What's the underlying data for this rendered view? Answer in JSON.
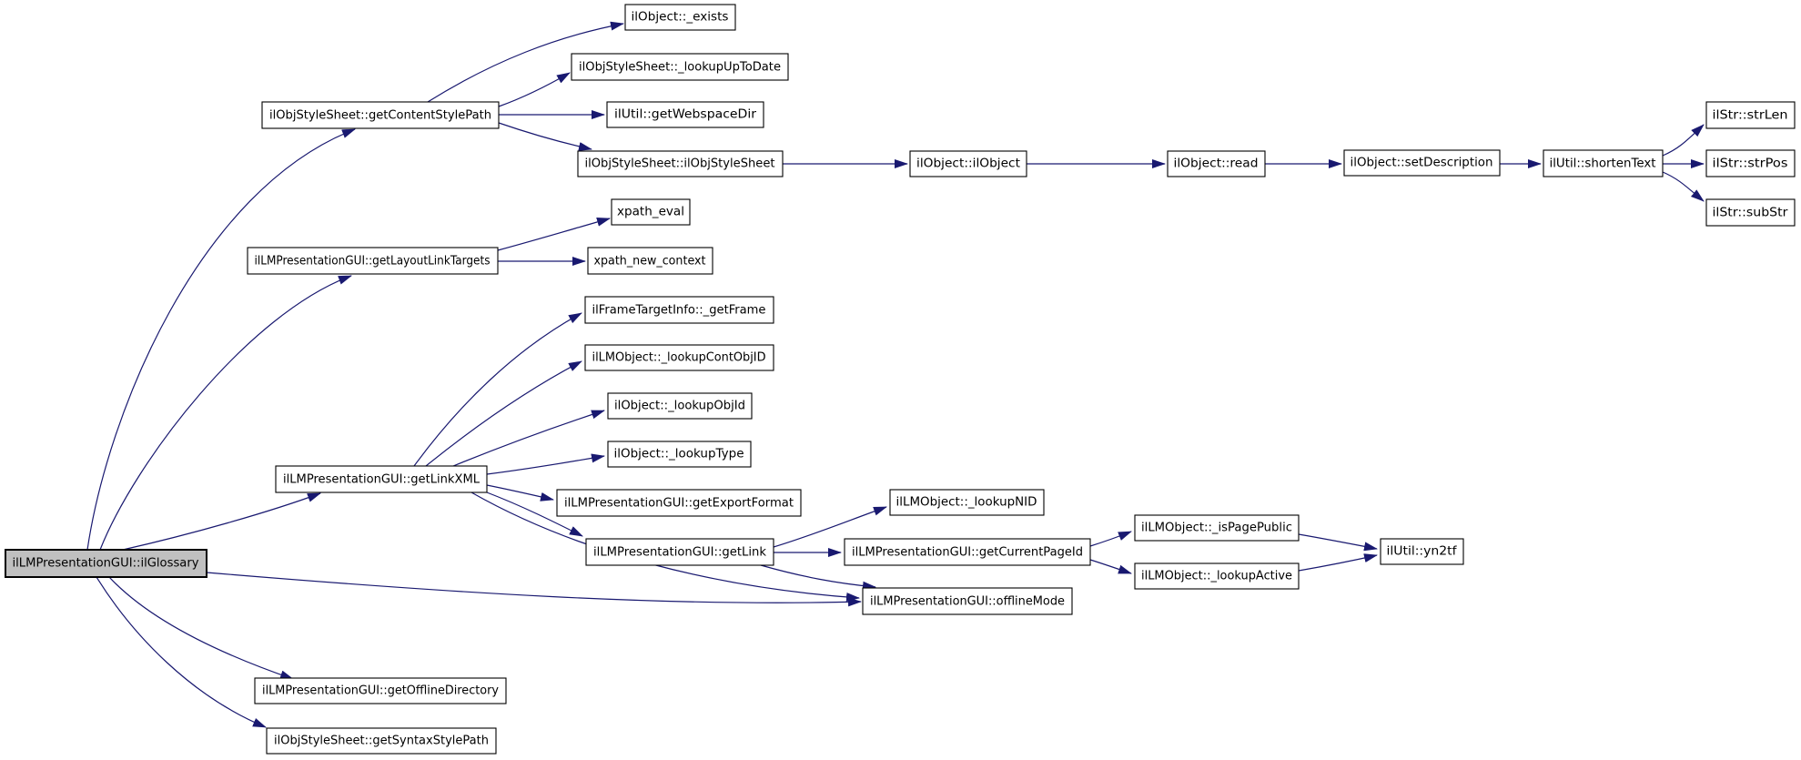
{
  "colors": {
    "background": "#ffffff",
    "edge": "#191970",
    "node-border": "#000000",
    "node-fill": "#ffffff",
    "root-fill": "#c0c0c0",
    "text": "#000000"
  },
  "graph": {
    "type": "doxygen-call-graph",
    "nodes": {
      "ilGlossary": {
        "label": "ilLMPresentationGUI::ilGlossary",
        "highlighted": true
      },
      "getContentStylePath": {
        "label": "ilObjStyleSheet::getContentStylePath"
      },
      "exists": {
        "label": "ilObject::_exists"
      },
      "lookupUpToDate": {
        "label": "ilObjStyleSheet::_lookupUpToDate"
      },
      "getWebspaceDir": {
        "label": "ilUtil::getWebspaceDir"
      },
      "ilObjStyleSheetCtor": {
        "label": "ilObjStyleSheet::ilObjStyleSheet"
      },
      "ilObjectCtor": {
        "label": "ilObject::ilObject"
      },
      "read": {
        "label": "ilObject::read"
      },
      "setDescription": {
        "label": "ilObject::setDescription"
      },
      "shortenText": {
        "label": "ilUtil::shortenText"
      },
      "strLen": {
        "label": "ilStr::strLen"
      },
      "strPos": {
        "label": "ilStr::strPos"
      },
      "subStr": {
        "label": "ilStr::subStr"
      },
      "getLayoutLinkTargets": {
        "label": "ilLMPresentationGUI::getLayoutLinkTargets"
      },
      "xpathEval": {
        "label": "xpath_eval"
      },
      "xpathNewContext": {
        "label": "xpath_new_context"
      },
      "getLinkXML": {
        "label": "ilLMPresentationGUI::getLinkXML"
      },
      "getFrame": {
        "label": "ilFrameTargetInfo::_getFrame"
      },
      "lookupContObjID": {
        "label": "ilLMObject::_lookupContObjID"
      },
      "lookupObjId": {
        "label": "ilObject::_lookupObjId"
      },
      "lookupType": {
        "label": "ilObject::_lookupType"
      },
      "getExportFormat": {
        "label": "ilLMPresentationGUI::getExportFormat"
      },
      "getLink": {
        "label": "ilLMPresentationGUI::getLink"
      },
      "lookupNID": {
        "label": "ilLMObject::_lookupNID"
      },
      "getCurrentPageId": {
        "label": "ilLMPresentationGUI::getCurrentPageId"
      },
      "isPagePublic": {
        "label": "ilLMObject::_isPagePublic"
      },
      "lookupActive": {
        "label": "ilLMObject::_lookupActive"
      },
      "yn2tf": {
        "label": "ilUtil::yn2tf"
      },
      "offlineMode": {
        "label": "ilLMPresentationGUI::offlineMode"
      },
      "getOfflineDirectory": {
        "label": "ilLMPresentationGUI::getOfflineDirectory"
      },
      "getSyntaxStylePath": {
        "label": "ilObjStyleSheet::getSyntaxStylePath"
      }
    },
    "edges": [
      {
        "from": "ilGlossary",
        "to": "getContentStylePath"
      },
      {
        "from": "ilGlossary",
        "to": "getLayoutLinkTargets"
      },
      {
        "from": "ilGlossary",
        "to": "getLinkXML"
      },
      {
        "from": "ilGlossary",
        "to": "offlineMode"
      },
      {
        "from": "ilGlossary",
        "to": "getOfflineDirectory"
      },
      {
        "from": "ilGlossary",
        "to": "getSyntaxStylePath"
      },
      {
        "from": "getContentStylePath",
        "to": "exists"
      },
      {
        "from": "getContentStylePath",
        "to": "lookupUpToDate"
      },
      {
        "from": "getContentStylePath",
        "to": "getWebspaceDir"
      },
      {
        "from": "getContentStylePath",
        "to": "ilObjStyleSheetCtor"
      },
      {
        "from": "ilObjStyleSheetCtor",
        "to": "ilObjectCtor"
      },
      {
        "from": "ilObjectCtor",
        "to": "read"
      },
      {
        "from": "read",
        "to": "setDescription"
      },
      {
        "from": "setDescription",
        "to": "shortenText"
      },
      {
        "from": "shortenText",
        "to": "strLen"
      },
      {
        "from": "shortenText",
        "to": "strPos"
      },
      {
        "from": "shortenText",
        "to": "subStr"
      },
      {
        "from": "getLayoutLinkTargets",
        "to": "xpathEval"
      },
      {
        "from": "getLayoutLinkTargets",
        "to": "xpathNewContext"
      },
      {
        "from": "getLinkXML",
        "to": "getFrame"
      },
      {
        "from": "getLinkXML",
        "to": "lookupContObjID"
      },
      {
        "from": "getLinkXML",
        "to": "lookupObjId"
      },
      {
        "from": "getLinkXML",
        "to": "lookupType"
      },
      {
        "from": "getLinkXML",
        "to": "getExportFormat"
      },
      {
        "from": "getLinkXML",
        "to": "getLink"
      },
      {
        "from": "getLinkXML",
        "to": "offlineMode"
      },
      {
        "from": "getLink",
        "to": "lookupNID"
      },
      {
        "from": "getLink",
        "to": "getCurrentPageId"
      },
      {
        "from": "getLink",
        "to": "offlineMode"
      },
      {
        "from": "getCurrentPageId",
        "to": "isPagePublic"
      },
      {
        "from": "getCurrentPageId",
        "to": "lookupActive"
      },
      {
        "from": "isPagePublic",
        "to": "yn2tf"
      },
      {
        "from": "lookupActive",
        "to": "yn2tf"
      }
    ]
  }
}
